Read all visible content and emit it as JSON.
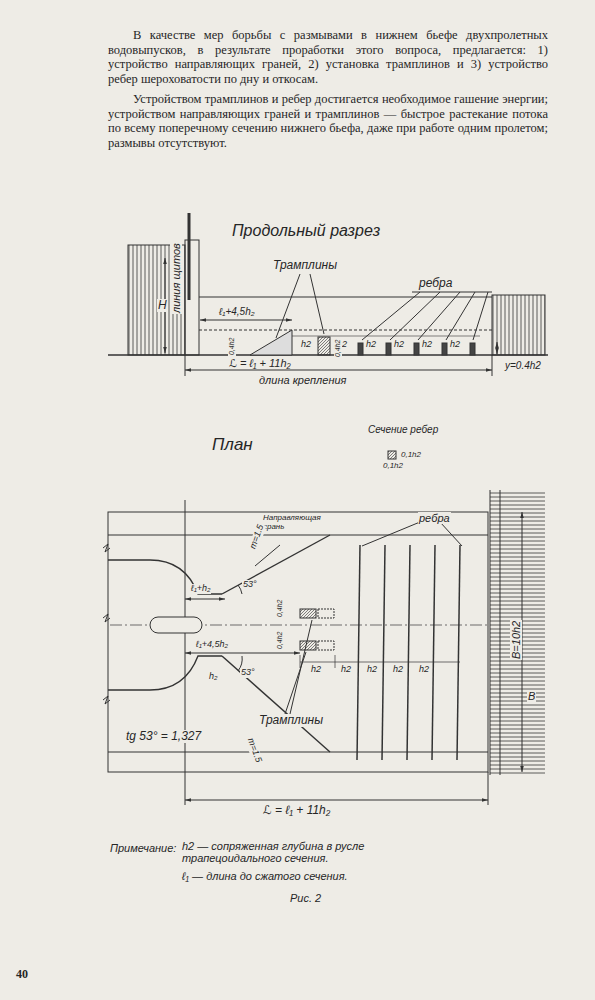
{
  "diagram": {
    "caption": "Рис. 2",
    "labels": [
      "В качестве мер борьбы с размывами в нижнем бьефе двухпролетных водовыпусков, в результате проработки этого вопроса, предлагается: 1) устройство направляющих граней, 2) установка трамплинов и 3) устройство ребер шероховатости по дну и откосам.",
      "Устройством трамплинов и ребер достигается необходимое гашение энергии; устройством направляющих граней и трамплинов — быстрое растекание потока по всему поперечному сечению нижнего бьефа, даже при работе одним пролетом; размывы отсутствуют.",
      "Продольный разрез",
      "Трамплины",
      "ребра",
      "линия щитов",
      "H",
      "ℓ₁+4,5h₂",
      "h2",
      "h2",
      "h2",
      "h2",
      "h2",
      "h2",
      "0,4h2",
      "0,4h2",
      "ℒ = ℓ₁ + 11h₂",
      "длина крепления",
      "y=0.4h2",
      "План",
      "Сечение ребер",
      "0,1h2",
      "0,1h2",
      "Направляющая грань",
      "ребра",
      "m=1.5",
      "ℓ₁+h₂",
      "53°",
      "0,4h2",
      "0,4h2",
      "ℓ₁+4,5h₂",
      "h2",
      "h2",
      "h2",
      "h2",
      "h2",
      "h₂",
      "53°",
      "Трамплины",
      "tg 53° = 1,327",
      "m=1.5",
      "B=10h2",
      "B",
      "ℒ = ℓ₁ + 11h₂",
      "Примечание:",
      "h2 — сопряженная глубина в русле трапецоидального сечения.",
      "ℓ₁ — длина до сжатого сечения.",
      "40"
    ]
  }
}
